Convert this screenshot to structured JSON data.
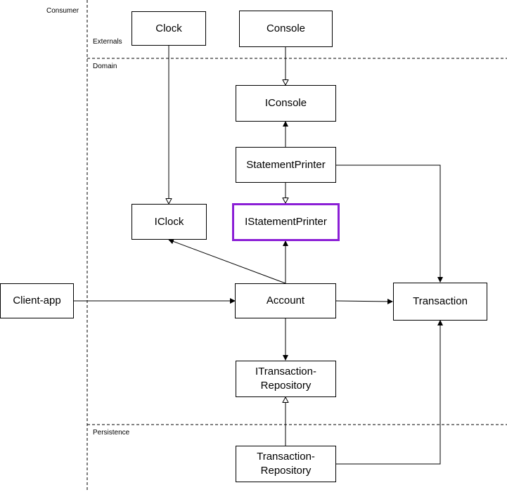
{
  "zones": {
    "consumer": "Consumer",
    "externals": "Externals",
    "domain": "Domain",
    "persistence": "Persistence"
  },
  "nodes": {
    "clock": "Clock",
    "console": "Console",
    "iconsole": "IConsole",
    "statement_printer": "StatementPrinter",
    "iclock": "IClock",
    "istatement_printer": "IStatementPrinter",
    "client_app": "Client-app",
    "account": "Account",
    "transaction": "Transaction",
    "itransaction_repository": "ITransaction-\nRepository",
    "transaction_repository": "Transaction-\nRepository"
  },
  "highlight": {
    "node": "istatement_printer",
    "color": "#8b1fd6"
  }
}
